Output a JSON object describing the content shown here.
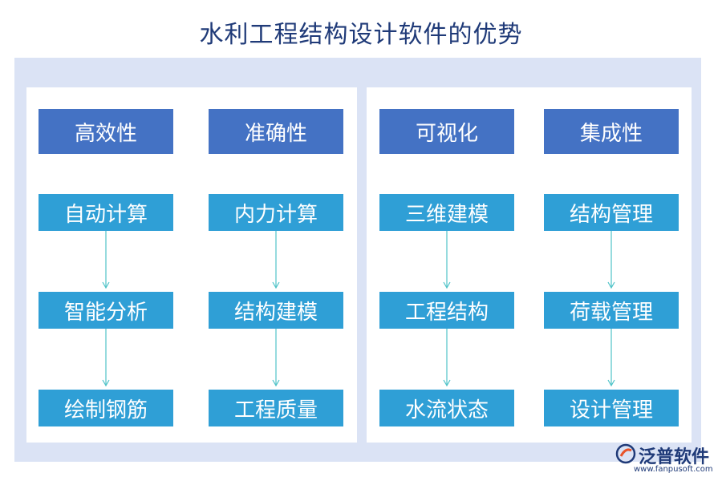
{
  "title": "水利工程结构设计软件的优势",
  "columns": [
    {
      "header": "高效性",
      "items": [
        "自动计算",
        "智能分析",
        "绘制钢筋"
      ]
    },
    {
      "header": "准确性",
      "items": [
        "内力计算",
        "结构建模",
        "工程质量"
      ]
    },
    {
      "header": "可视化",
      "items": [
        "三维建模",
        "工程结构",
        "水流状态"
      ]
    },
    {
      "header": "集成性",
      "items": [
        "结构管理",
        "荷载管理",
        "设计管理"
      ]
    }
  ],
  "colors": {
    "header_fill": "#4472c4",
    "item_fill": "#2f9fd6",
    "arrow": "#4fc3c8",
    "frame": "#dbe3f5",
    "title": "#1f3a78"
  },
  "logo": {
    "name": "泛普软件",
    "url": "www.fanpusoft.com"
  }
}
